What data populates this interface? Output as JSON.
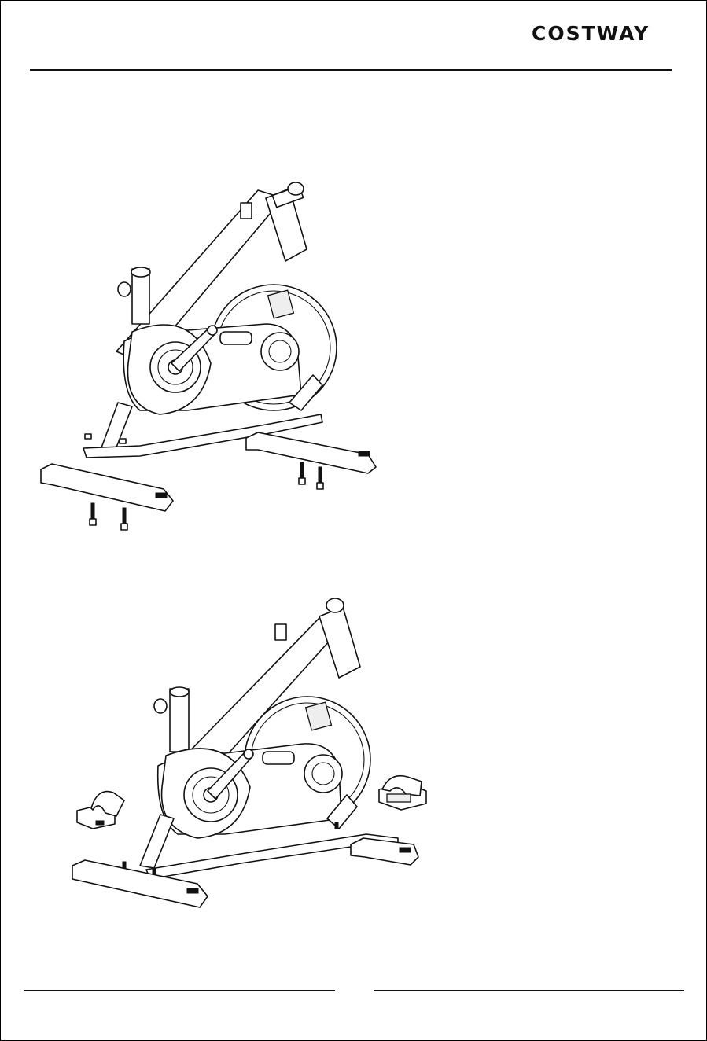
{
  "header": {
    "brand": "COSTWAY"
  },
  "figures": [
    {
      "subject": "bike-frame-with-stabilizers-and-bolts"
    },
    {
      "subject": "assembled-bike-with-pedals"
    }
  ]
}
